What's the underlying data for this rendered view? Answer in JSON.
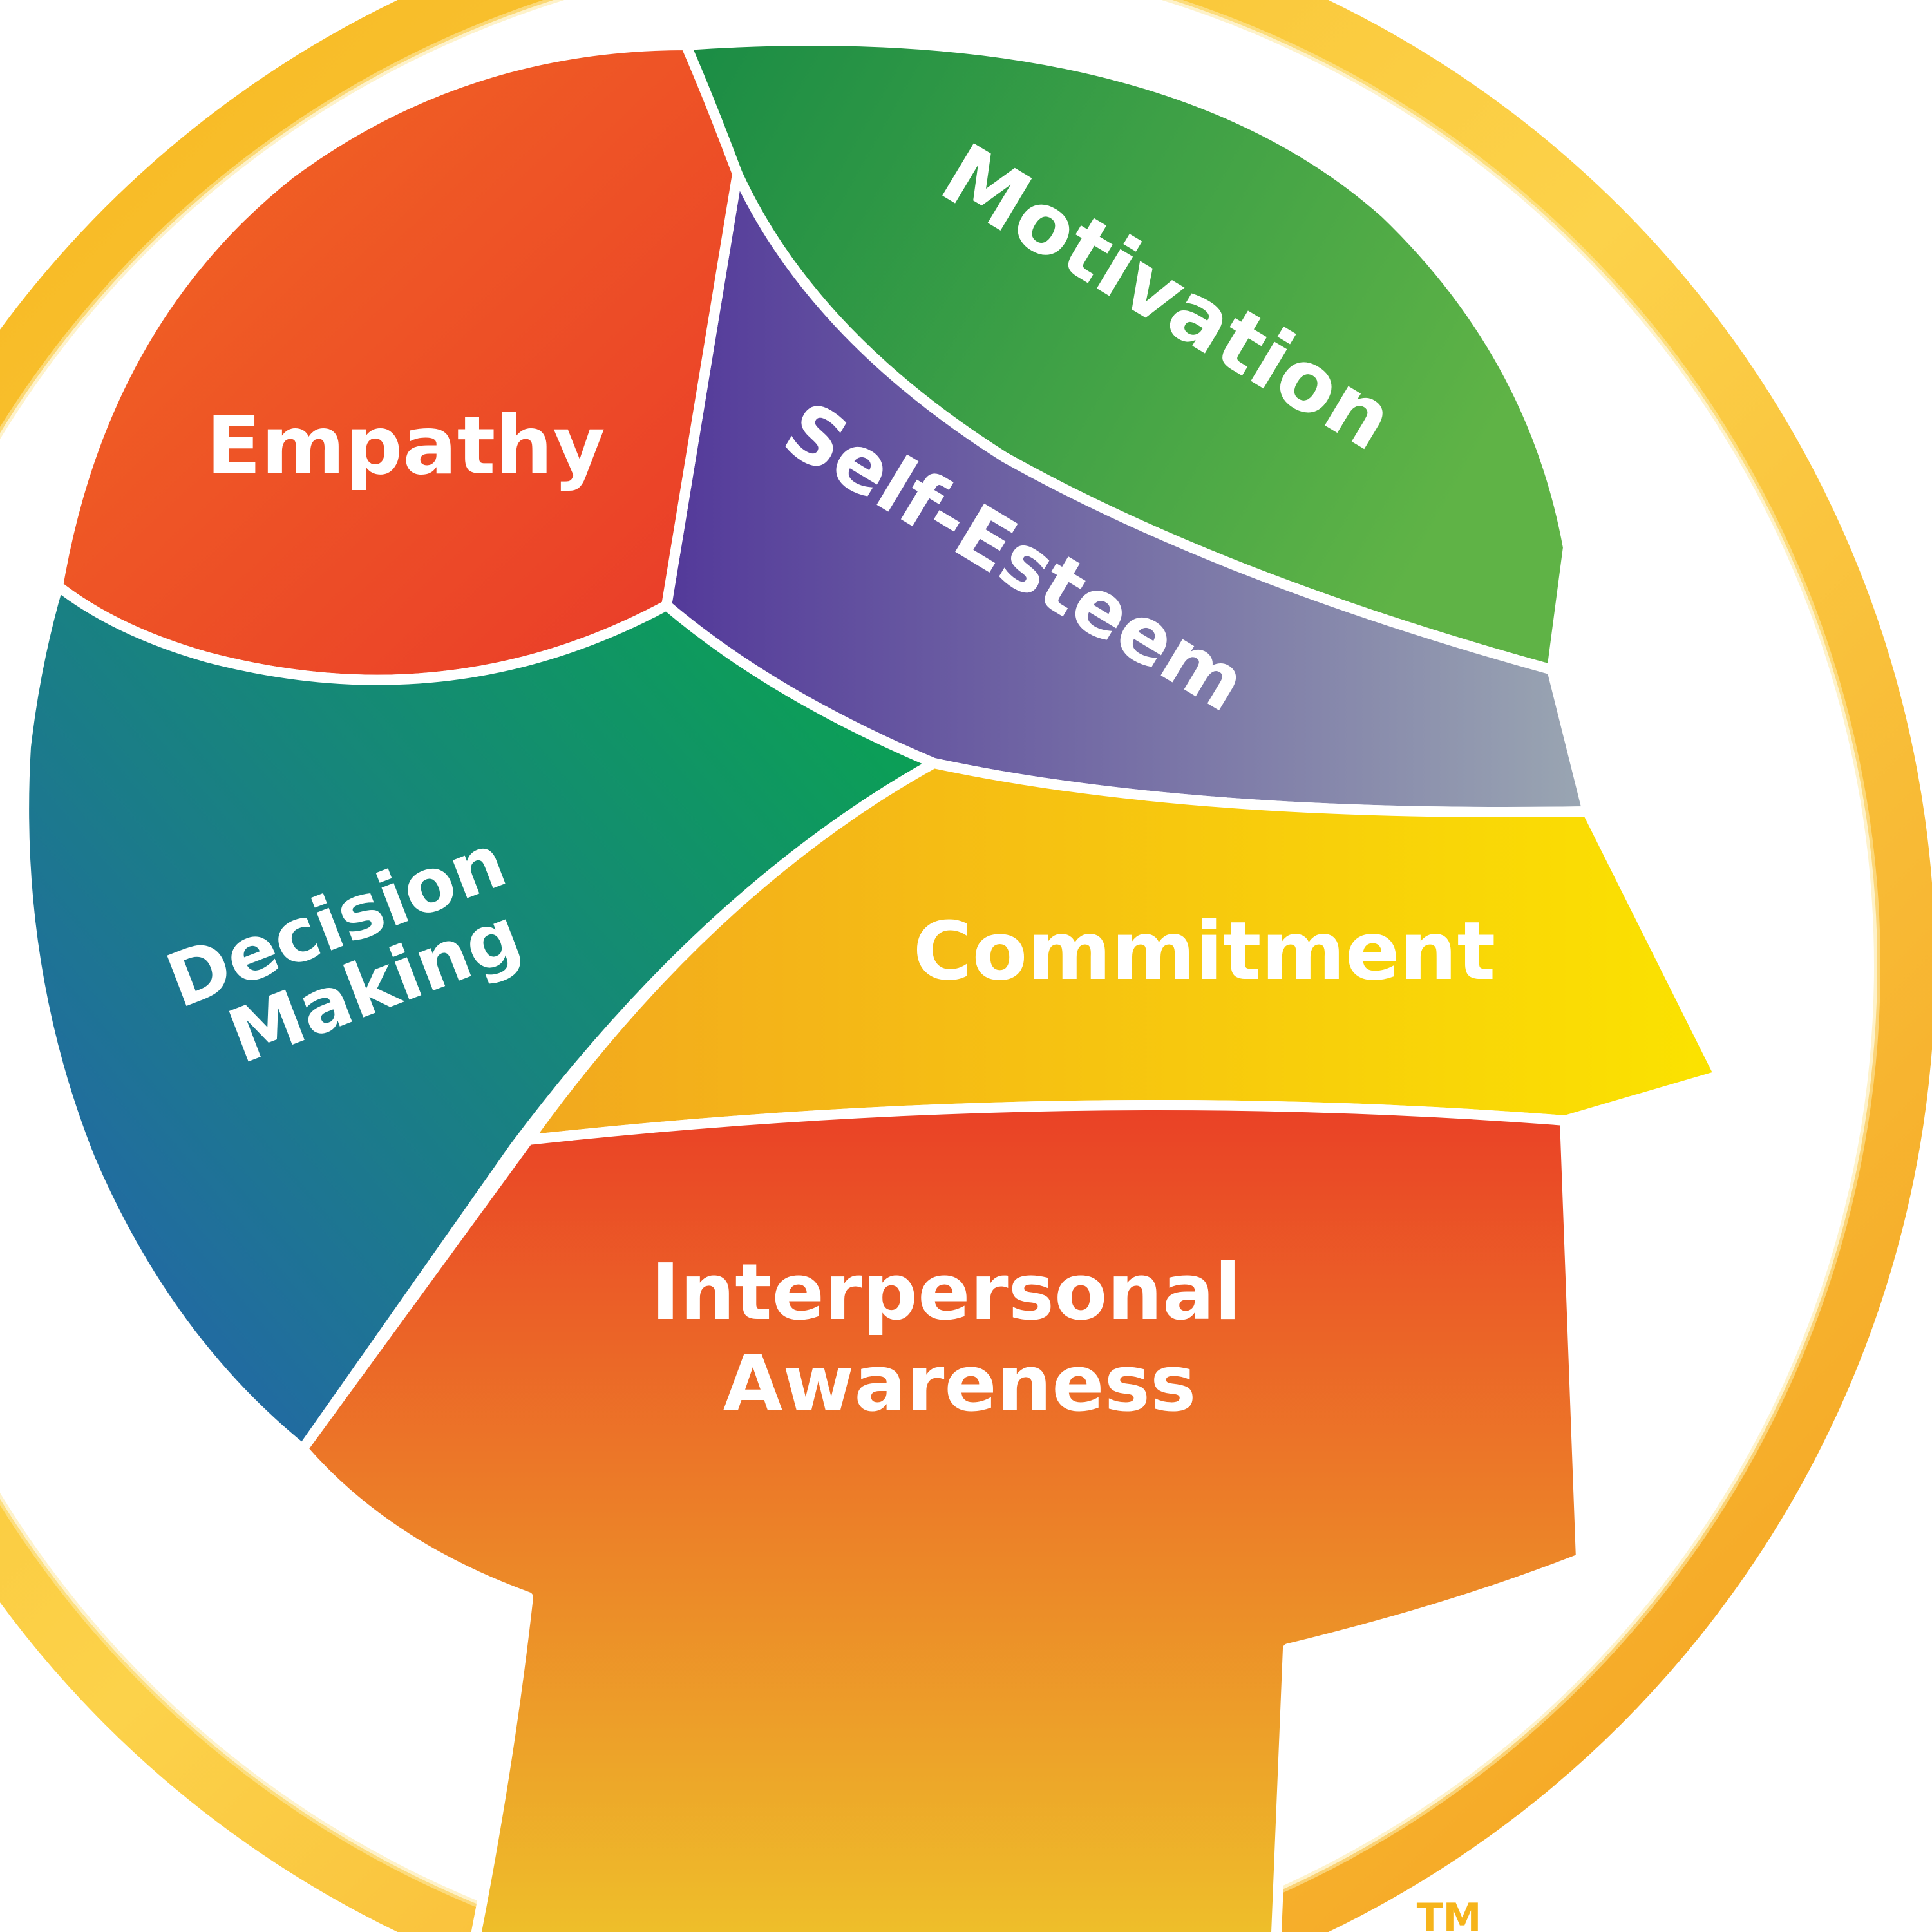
{
  "diagram": {
    "segments": [
      {
        "key": "empathy",
        "label_lines": [
          "Empathy"
        ],
        "gradient": [
          "#f26a22",
          "#e93a2a"
        ]
      },
      {
        "key": "motivation",
        "label_lines": [
          "Motivation"
        ],
        "gradient": [
          "#1a8c45",
          "#5fb346"
        ]
      },
      {
        "key": "self_esteem",
        "label_lines": [
          "Self-Esteem"
        ],
        "gradient": [
          "#53399a",
          "#9aa6b2"
        ]
      },
      {
        "key": "decision_making",
        "label_lines": [
          "Decision",
          "Making"
        ],
        "gradient": [
          "#2563ad",
          "#0aa350"
        ]
      },
      {
        "key": "commitment",
        "label_lines": [
          "Commitment"
        ],
        "gradient": [
          "#f2a81f",
          "#fbe300"
        ]
      },
      {
        "key": "interpersonal_awareness",
        "label_lines": [
          "Interpersonal",
          "Awareness"
        ],
        "gradient": [
          "#ea4126",
          "#eec32a"
        ]
      }
    ],
    "trademark": "TM",
    "ring_colors": [
      "#f6b41b",
      "#fcd24a",
      "#f39c1b"
    ]
  }
}
